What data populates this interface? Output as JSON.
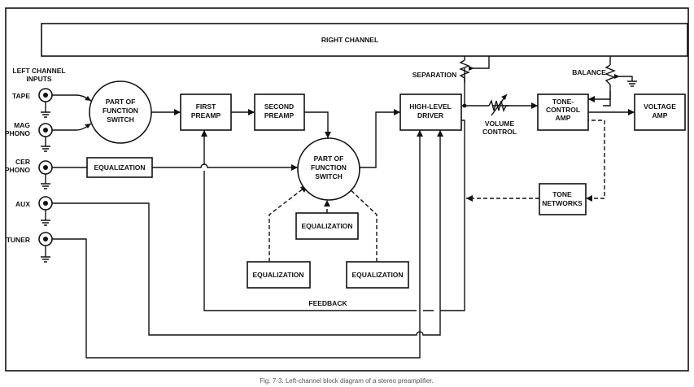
{
  "colors": {
    "ink": "#111111",
    "background": "#ffffff"
  },
  "blocks": {
    "right_channel": "RIGHT CHANNEL",
    "function_switch_1": [
      "PART OF",
      "FUNCTION",
      "SWITCH"
    ],
    "first_preamp": [
      "FIRST",
      "PREAMP"
    ],
    "second_preamp": [
      "SECOND",
      "PREAMP"
    ],
    "function_switch_2": [
      "PART OF",
      "FUNCTION",
      "SWITCH"
    ],
    "high_level_driver": [
      "HIGH-LEVEL",
      "DRIVER"
    ],
    "tone_control_amp": [
      "TONE-",
      "CONTROL",
      "AMP"
    ],
    "voltage_amp": [
      "VOLTAGE",
      "AMP"
    ],
    "tone_networks": [
      "TONE",
      "NETWORKS"
    ],
    "equalization_cer": "EQUALIZATION",
    "equalization_mid": "EQUALIZATION",
    "equalization_left": "EQUALIZATION",
    "equalization_right": "EQUALIZATION"
  },
  "labels": {
    "left_channel_inputs": [
      "LEFT CHANNEL",
      "INPUTS"
    ],
    "separation": "SEPARATION",
    "balance": "BALANCE",
    "volume_control": [
      "VOLUME",
      "CONTROL"
    ],
    "feedback": "FEEDBACK"
  },
  "inputs": [
    "TAPE",
    [
      "MAG",
      "PHONO"
    ],
    [
      "CER",
      "PHONO"
    ],
    "AUX",
    "TUNER"
  ],
  "caption": "Fig. 7-3. Left-channel block diagram of a stereo preamplifier."
}
